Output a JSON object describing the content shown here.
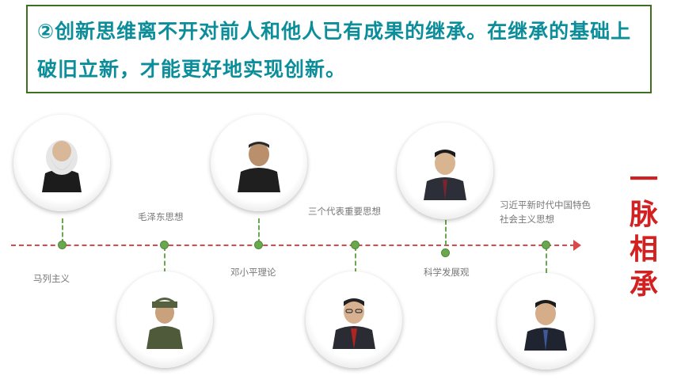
{
  "headline": "②创新思维离不开对前人和他人已有成果的继承。在继承的基础上破旧立新，才能更好地实现创新。",
  "timeline": {
    "items": [
      {
        "label": "马列主义"
      },
      {
        "label": "毛泽东思想"
      },
      {
        "label": "邓小平理论"
      },
      {
        "label": "三个代表重要思想"
      },
      {
        "label": "科学发展观"
      },
      {
        "label": "习近平新时代中国特色社会主义思想"
      }
    ]
  },
  "side_title": [
    "一",
    "脉",
    "相",
    "承"
  ],
  "colors": {
    "headline_text": "#0b8e9a",
    "headline_border": "#3f6f1e",
    "timeline_line": "#d94a4a",
    "timeline_nodes": "#6aa84f",
    "label_text": "#777777",
    "side_title": "#d32020"
  }
}
